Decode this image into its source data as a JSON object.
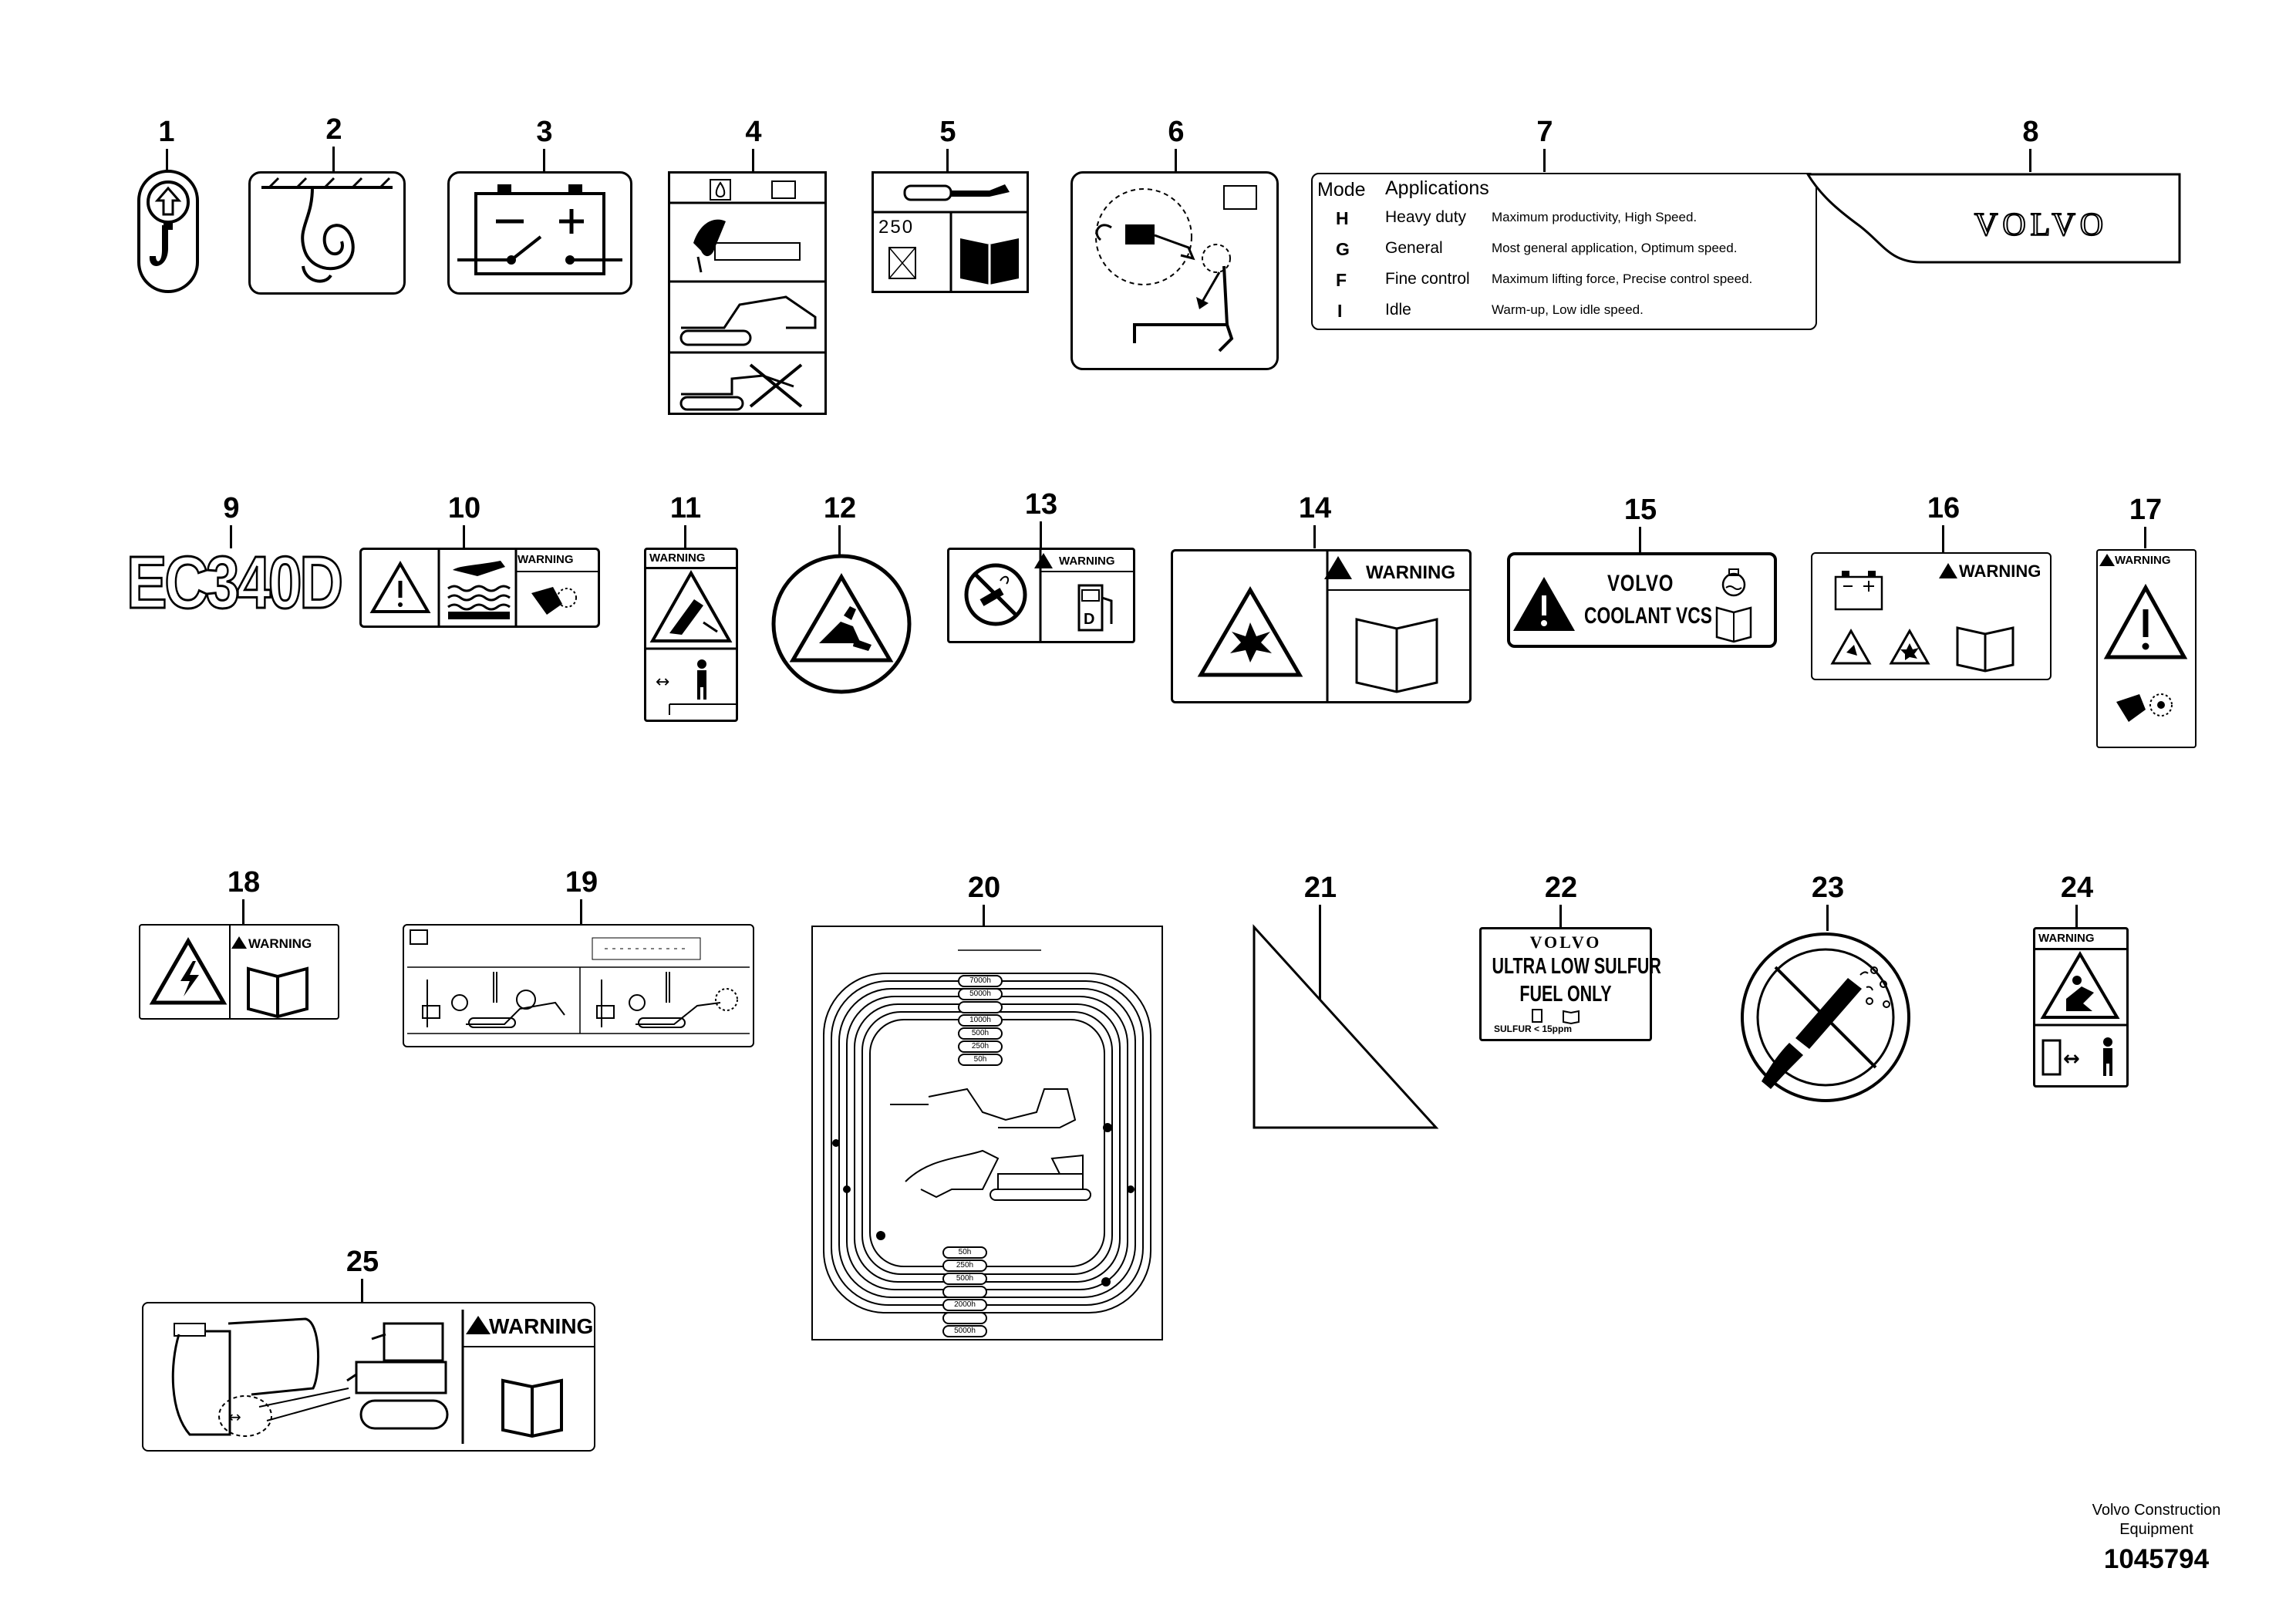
{
  "callouts": [
    "1",
    "2",
    "3",
    "4",
    "5",
    "6",
    "7",
    "8",
    "9",
    "10",
    "11",
    "12",
    "13",
    "14",
    "15",
    "16",
    "17",
    "18",
    "19",
    "20",
    "21",
    "22",
    "23",
    "24",
    "25"
  ],
  "decal5": {
    "interval": "250"
  },
  "decal7": {
    "header_mode": "Mode",
    "header_applications": "Applications",
    "rows": [
      {
        "code": "H",
        "name": "Heavy duty",
        "desc": "Maximum productivity, High Speed."
      },
      {
        "code": "G",
        "name": "General",
        "desc": "Most general application, Optimum speed."
      },
      {
        "code": "F",
        "name": "Fine control",
        "desc": "Maximum lifting force, Precise control speed."
      },
      {
        "code": "I",
        "name": "Idle",
        "desc": "Warm-up, Low idle speed."
      }
    ]
  },
  "decal8": {
    "brand": "VOLVO"
  },
  "decal9": {
    "model": "EC340D"
  },
  "warning_word": "WARNING",
  "decal15": {
    "line1": "VOLVO",
    "line2": "COOLANT VCS"
  },
  "decal20": {
    "hours_top": [
      "7000h",
      "5000h",
      "",
      "1000h",
      "500h",
      "250h",
      "50h"
    ],
    "hours_bottom": [
      "50h",
      "250h",
      "500h",
      "",
      "2000h",
      "",
      "5000h"
    ]
  },
  "decal22": {
    "brand": "VOLVO",
    "line1": "ULTRA LOW SULFUR",
    "line2": "FUEL ONLY",
    "line3": "SULFUR < 15ppm"
  },
  "footer": {
    "company_line1": "Volvo Construction",
    "company_line2": "Equipment",
    "drawing_number": "1045794"
  }
}
